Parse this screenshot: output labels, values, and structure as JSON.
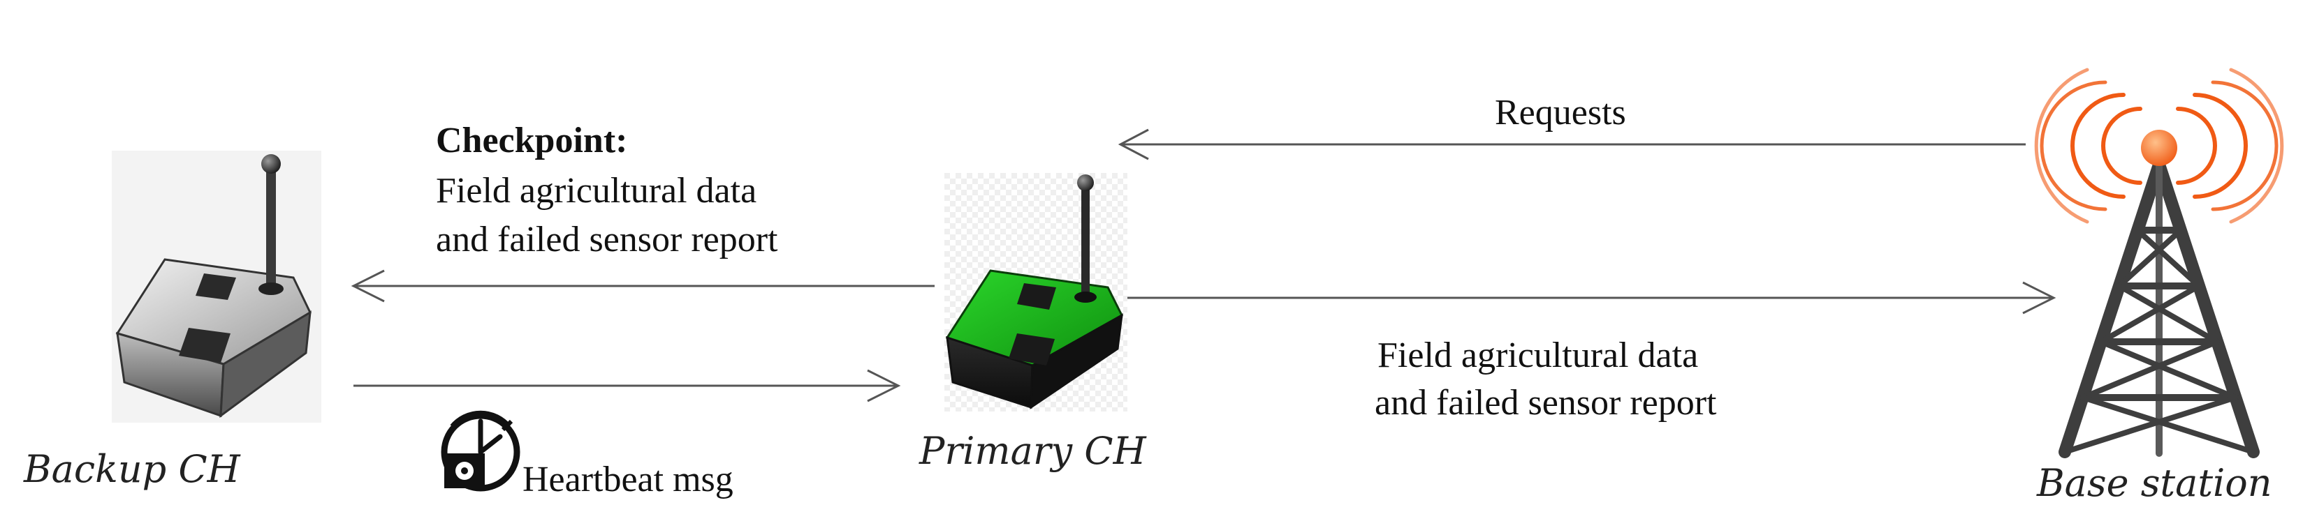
{
  "nodes": {
    "backup": {
      "label": "Backup CH",
      "board_color": "#8a8a8a"
    },
    "primary": {
      "label": "Primary CH",
      "board_color": "#1db41d"
    },
    "base": {
      "label": "Base station",
      "signal_color": "#f05a14"
    }
  },
  "edges": {
    "requests": {
      "label": "Requests"
    },
    "checkpoint": {
      "title": "Checkpoint:",
      "line1": "Field agricultural data",
      "line2": "and failed sensor report"
    },
    "heartbeat": {
      "label": "Heartbeat msg",
      "icon": "timer-icon"
    },
    "report": {
      "line1": "Field agricultural data",
      "line2": "and failed sensor report"
    }
  },
  "colors": {
    "arrow": "#555555",
    "text": "#111111"
  }
}
